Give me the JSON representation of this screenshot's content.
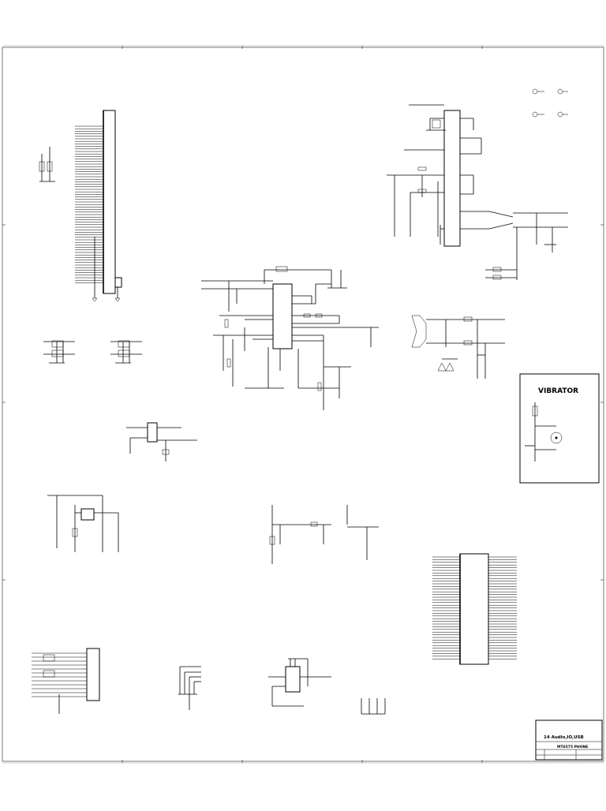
{
  "vibrator_title": "VIBRATOR",
  "title_block": {
    "sheet_title": "14 Audio,IO,USB",
    "project": "MT6575 PHONE"
  }
}
